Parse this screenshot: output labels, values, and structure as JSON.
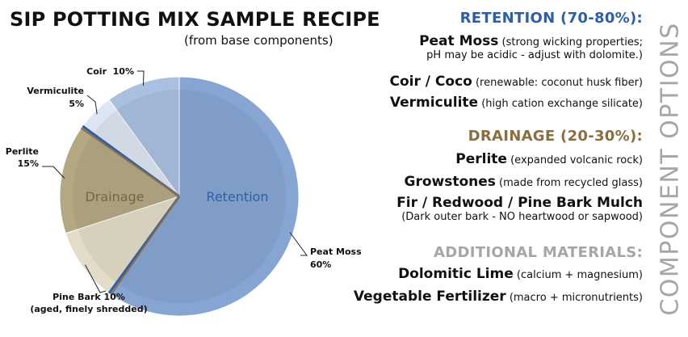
{
  "header": {
    "title": "SIP POTTING MIX SAMPLE RECIPE",
    "subtitle": "(from base components)"
  },
  "vertical_label": "COMPONENT OPTIONS",
  "colors": {
    "retention_heading": "#2d5fa8",
    "drainage_heading": "#8c6d3f",
    "additional_heading": "#a6a6a6",
    "peat_moss": "#86a5d3",
    "coir": "#a9c0e0",
    "vermiculite": "#dde6f2",
    "perlite": "#b4a883",
    "pine_bark": "#e2dcc8",
    "retention_divider": "#2f5ea9",
    "drainage_divider": "#8e6f46"
  },
  "sections": [
    {
      "heading": "RETENTION (70-80%):",
      "color": "#2d5fa8",
      "items": [
        {
          "name": "Peat Moss",
          "desc": " (strong wicking properties;",
          "desc2": "pH may be acidic - adjust with dolomite.)"
        },
        {
          "name": "Coir / Coco",
          "desc": " (renewable: coconut husk fiber)"
        },
        {
          "name": "Vermiculite",
          "desc": " (high cation exchange silicate)"
        }
      ]
    },
    {
      "heading": "DRAINAGE (20-30%):",
      "color": "#8c6d3f",
      "items": [
        {
          "name": "Perlite",
          "desc": " (expanded volcanic rock)"
        },
        {
          "name": "Growstones",
          "desc": " (made from recycled glass)"
        },
        {
          "name": "Fir / Redwood / Pine Bark Mulch",
          "desc": "",
          "desc2": "(Dark outer bark - NO heartwood or sapwood)"
        }
      ]
    },
    {
      "heading": "ADDITIONAL MATERIALS:",
      "color": "#a6a6a6",
      "items": [
        {
          "name": "Dolomitic Lime",
          "desc": " (calcium + magnesium)"
        },
        {
          "name": "Vegetable Fertilizer",
          "desc": " (macro + micronutrients)"
        }
      ]
    }
  ],
  "chart_data": {
    "type": "pie",
    "title": "SIP POTTING MIX SAMPLE RECIPE",
    "subtitle": "(from base components)",
    "slices": [
      {
        "name": "Peat Moss",
        "value": 60,
        "label_line1": "Peat Moss",
        "label_line2": "60%",
        "color": "#86a5d3",
        "group": "Retention"
      },
      {
        "name": "Pine Bark",
        "value": 10,
        "label_line1": "Pine Bark 10%",
        "label_line2": "(aged, finely shredded)",
        "color": "#e2dcc8",
        "group": "Drainage"
      },
      {
        "name": "Perlite",
        "value": 15,
        "label_line1": "Perlite",
        "label_line2": "15%",
        "color": "#b4a883",
        "group": "Drainage"
      },
      {
        "name": "Vermiculite",
        "value": 5,
        "label_line1": "Vermiculite",
        "label_line2": "5%",
        "color": "#dde6f2",
        "group": "Retention"
      },
      {
        "name": "Coir",
        "value": 10,
        "label_line1": "Coir  10%",
        "label_line2": "",
        "color": "#a9c0e0",
        "group": "Retention"
      }
    ],
    "groups": [
      {
        "name": "Retention",
        "value": 75,
        "color": "#2d5fa8"
      },
      {
        "name": "Drainage",
        "value": 25,
        "color": "#7a6545"
      }
    ],
    "start_angle_deg": 0,
    "direction": "clockwise"
  }
}
